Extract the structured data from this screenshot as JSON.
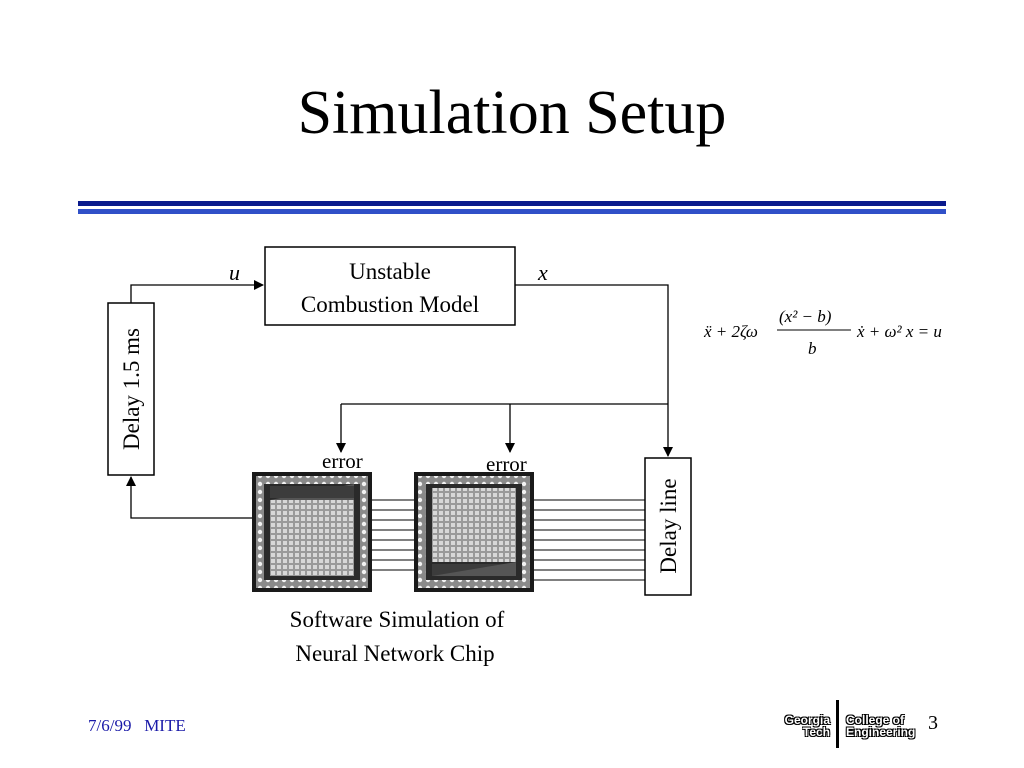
{
  "slide": {
    "title": "Simulation Setup",
    "footer_date": "7/6/99   MITE",
    "page_number": "3",
    "logo_left": [
      "Georgia",
      "Tech"
    ],
    "logo_right": [
      "College of",
      "Engineering"
    ],
    "rule_colors": [
      "#0a1a8c",
      "#3050c8"
    ]
  },
  "diagram": {
    "plant_box": [
      "Unstable",
      "Combustion Model"
    ],
    "delay_box": "Delay 1.5 ms",
    "delay_line_box": "Delay line",
    "signal_u": "u",
    "signal_x": "x",
    "error_left": "error",
    "error_right": "error",
    "caption": [
      "Software Simulation of",
      "Neural Network Chip"
    ],
    "equation_parts": {
      "lhs_a": "ẍ + 2ζω",
      "frac_num": "(x² − b)",
      "frac_den": "b",
      "rhs": "ẋ + ω² x = u"
    }
  }
}
